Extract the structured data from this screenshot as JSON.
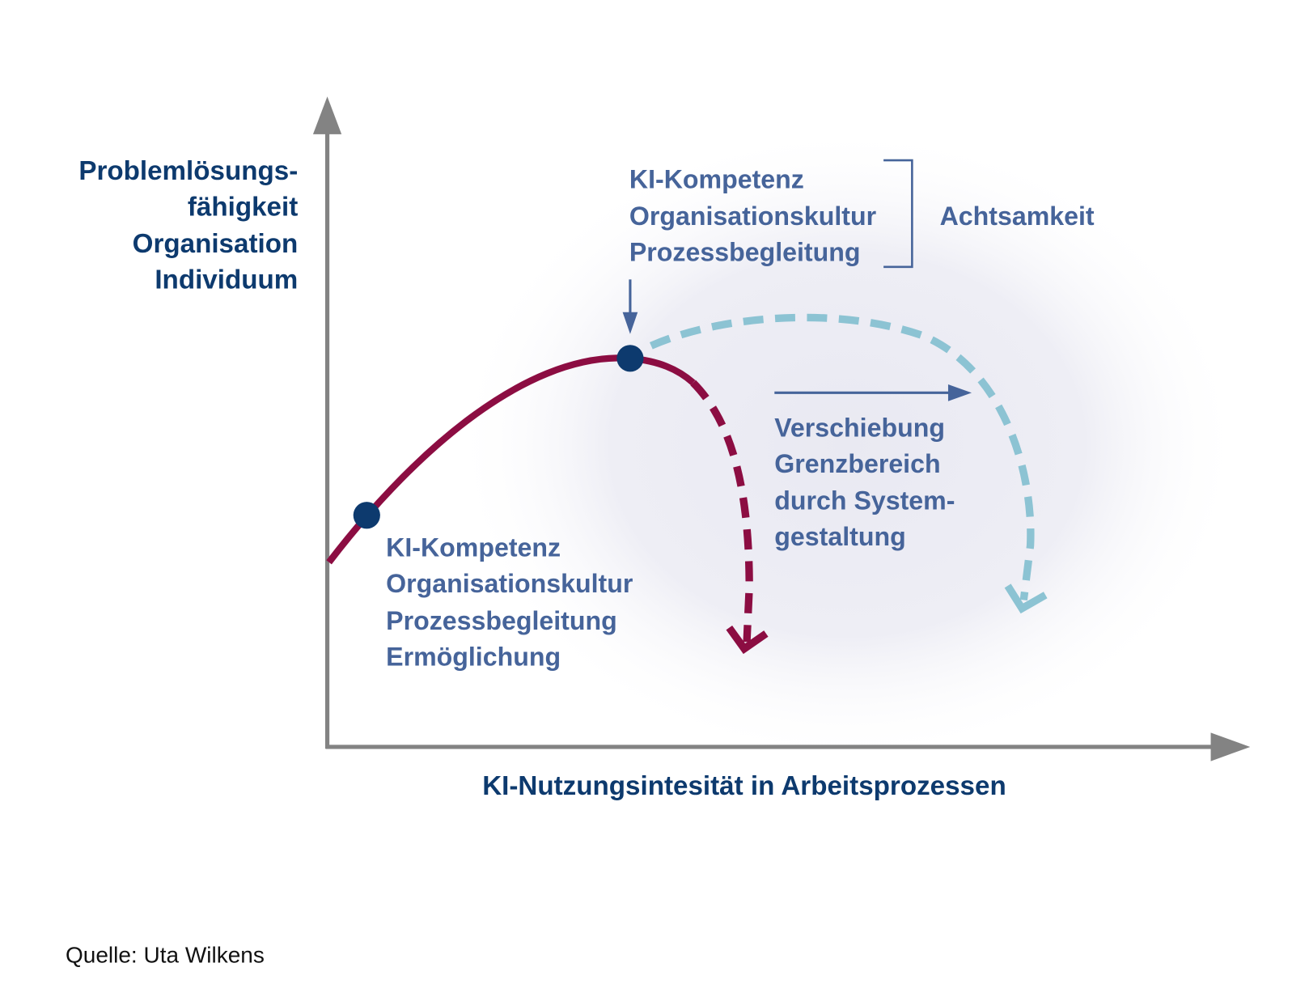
{
  "y_axis_label": [
    "Problemlösungs-",
    "fähigkeit",
    "Organisation",
    "Individuum"
  ],
  "x_axis_label": "KI-Nutzungsintesität in Arbeitsprozessen",
  "peak_factors": [
    "KI-Kompetenz",
    "Organisationskultur",
    "Prozessbegleitung"
  ],
  "bracket_label": "Achtsamkeit",
  "start_factors": [
    "KI-Kompetenz",
    "Organisationskultur",
    "Prozessbegleitung",
    "Ermöglichung"
  ],
  "shift_label": [
    "Verschiebung",
    "Grenzbereich",
    "durch System-",
    "gestaltung"
  ],
  "source": "Quelle: Uta Wilkens",
  "colors": {
    "axis": "#838383",
    "curve": "#8c0d42",
    "shifted_curve": "#8cc3d3",
    "point": "#0d3a6e",
    "annotation": "#46649a",
    "label": "#0d3a6e"
  }
}
